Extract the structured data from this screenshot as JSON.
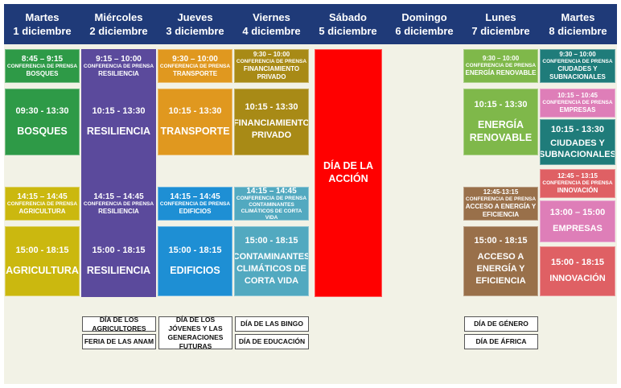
{
  "days": [
    {
      "name": "Martes",
      "date": "1 diciembre"
    },
    {
      "name": "Miércoles",
      "date": "2 diciembre"
    },
    {
      "name": "Jueves",
      "date": "3 diciembre"
    },
    {
      "name": "Viernes",
      "date": "4 diciembre"
    },
    {
      "name": "Sábado",
      "date": "5 diciembre"
    },
    {
      "name": "Domingo",
      "date": "6 diciembre"
    },
    {
      "name": "Lunes",
      "date": "7 diciembre"
    },
    {
      "name": "Martes",
      "date": "8 diciembre"
    }
  ],
  "colors": {
    "header": "#1f3a78",
    "background": "#f2f2e6",
    "green": "#2e9a47",
    "purple": "#5b4a9c",
    "orange": "#e0981f",
    "olive": "#a88a16",
    "yellow": "#cbb80f",
    "blue": "#1e8fd4",
    "teal": "#52a9c0",
    "red": "#ff0000",
    "lightgreen": "#7fb84a",
    "brown": "#99704a",
    "darkteal": "#1f7c7a",
    "pink": "#de7eb8",
    "salmon": "#df6064"
  },
  "events": {
    "mar1_press1": {
      "time": "8:45 – 9:15",
      "label": "CONFERENCIA  DE PRENSA",
      "title": "BOSQUES"
    },
    "mar1_main1": {
      "time": "09:30 - 13:30",
      "title": "BOSQUES"
    },
    "mar1_press2": {
      "time": "14:15 – 14:45",
      "label": "CONFERENCIA  DE PRENSA",
      "title": "AGRICULTURA"
    },
    "mar1_main2": {
      "time": "15:00 - 18:15",
      "title": "AGRICULTURA"
    },
    "mie2_press1": {
      "time": "9:15 – 10:00",
      "label": "CONFERENCIA  DE PRENSA",
      "title": "RESILIENCIA"
    },
    "mie2_main1": {
      "time": "10:15 - 13:30",
      "title": "RESILIENCIA"
    },
    "mie2_press2": {
      "time": "14:15 – 14:45",
      "label": "CONFERENCIA  DE PRENSA",
      "title": "RESILIENCIA"
    },
    "mie2_main2": {
      "time": "15:00 - 18:15",
      "title": "RESILIENCIA"
    },
    "jue3_press1": {
      "time": "9:30 – 10:00",
      "label": "CONFERENCIA  DE PRENSA",
      "title": "TRANSPORTE"
    },
    "jue3_main1": {
      "time": "10:15 - 13:30",
      "title": "TRANSPORTE"
    },
    "jue3_press2": {
      "time": "14:15 – 14:45",
      "label": "CONFERENCIA  DE PRENSA",
      "title": "EDIFICIOS"
    },
    "jue3_main2": {
      "time": "15:00 - 18:15",
      "title": "EDIFICIOS"
    },
    "vie4_press1": {
      "time": "9:30 – 10:00",
      "label": "CONFERENCIA  DE PRENSA",
      "title": "FINANCIAMIENTO PRIVADO"
    },
    "vie4_main1": {
      "time": "10:15 - 13:30",
      "title": "FINANCIAMIENTO PRIVADO"
    },
    "vie4_press2": {
      "time": "14:15 – 14:45",
      "label": "CONFERENCIA  DE PRENSA",
      "title": "CONTAMINANTES CLIMÁTICOS DE CORTA VIDA"
    },
    "vie4_main2": {
      "time": "15:00 - 18:15",
      "title": "CONTAMINANTES CLIMÁTICOS DE CORTA VIDA"
    },
    "sab5_main": {
      "title": "DÍA DE LA ACCIÓN"
    },
    "lun7_press1": {
      "time": "9:30 – 10:00",
      "label": "CONFERENCIA  DE PRENSA",
      "title": "ENERGÍA RENOVABLE"
    },
    "lun7_main1": {
      "time": "10:15 - 13:30",
      "title": "ENERGÍA RENOVABLE"
    },
    "lun7_press2": {
      "time": "12:45-13:15",
      "label": "CONFERENCIA  DE PRENSA",
      "title": "ACCESO A ENERGÍA Y EFICIENCIA"
    },
    "lun7_main2": {
      "time": "15:00 - 18:15",
      "title": "ACCESO A ENERGÍA Y EFICIENCIA"
    },
    "mar8_press1": {
      "time": "9:30 – 10:00",
      "label": "CONFERENCIA  DE PRENSA",
      "title": "CIUDADES Y SUBNACIONALES"
    },
    "mar8_press2": {
      "time": "10:15 – 10:45",
      "label": "CONFERENCIA  DE PRENSA",
      "title": "EMPRESAS"
    },
    "mar8_main1": {
      "time": "10:15 - 13:30",
      "title": "CIUDADES Y SUBNACIONALES"
    },
    "mar8_press3": {
      "time": "12:45 – 13:15",
      "label": "CONFERENCIA  DE PRENSA",
      "title": "INNOVACIÓN"
    },
    "mar8_main2": {
      "time": "13:00 – 15:00",
      "title": "EMPRESAS"
    },
    "mar8_main3": {
      "time": "15:00 - 18:15",
      "title": "INNOVACIÓN"
    }
  },
  "side_events": [
    "DÍA DE LOS AGRICULTORES",
    "FERIA DE LAS ANAM",
    "DÍA DE LOS JÓVENES Y LAS GENERACIONES FUTURAS",
    "DÍA DE LAS BINGO",
    "DÍA DE EDUCACIÓN",
    "DÍA DE GÉNERO",
    "DÍA DE ÁFRICA"
  ]
}
